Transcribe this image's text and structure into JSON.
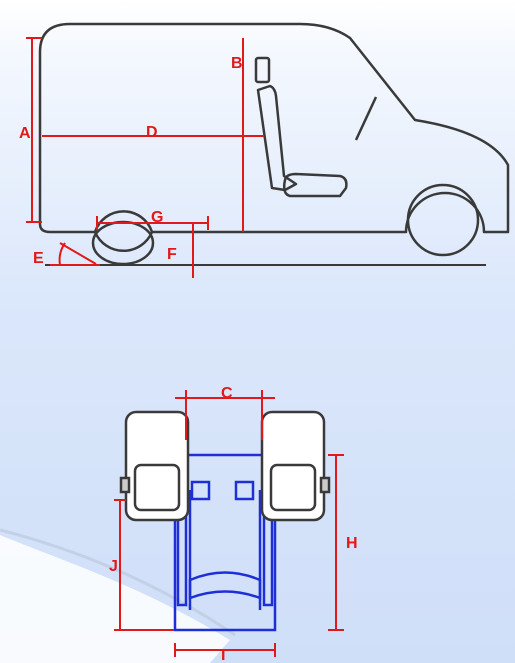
{
  "colors": {
    "dimension": "#e01a1a",
    "outline": "#3a3a3a",
    "wheelchair": "#1f2fd6",
    "background": "#d6e4fa"
  },
  "labels": {
    "a": "A",
    "b": "B",
    "c": "C",
    "d": "D",
    "e": "E",
    "f": "F",
    "g": "G",
    "h": "H",
    "i": "I",
    "j": "J"
  }
}
